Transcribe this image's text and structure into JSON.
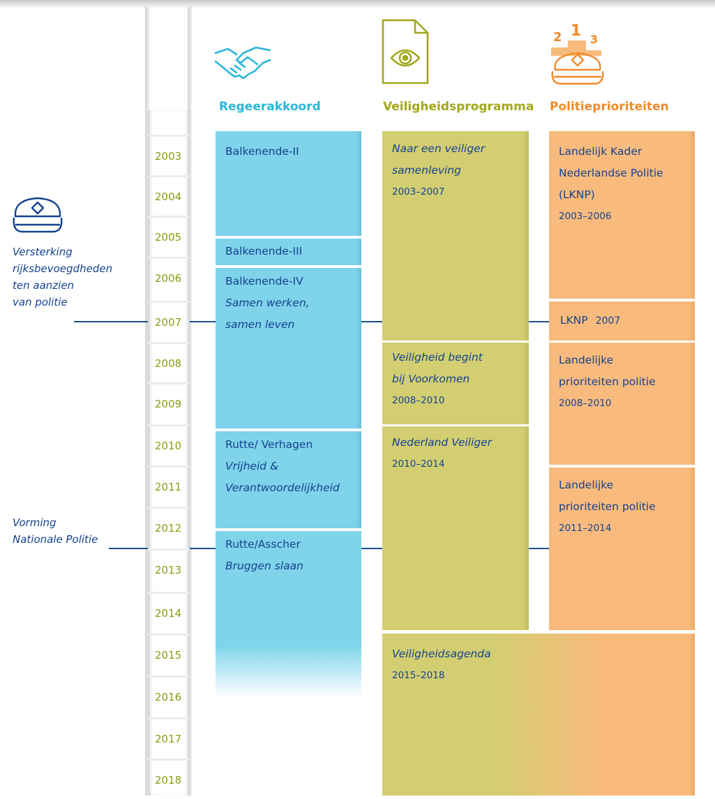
{
  "columns": {
    "regeerakkoord": {
      "label": "Regeerakkoord",
      "color": "#2bb6d9",
      "icon": "handshake-icon"
    },
    "veiligheidsprogramma": {
      "label": "Veiligheidsprogramma",
      "color": "#a2a81a",
      "icon": "document-eye-icon"
    },
    "politieprioriteiten": {
      "label": "Politieprioriteiten",
      "color": "#f08a2b",
      "icon": "police-cap-podium-icon",
      "podium": [
        "2",
        "1",
        "3"
      ]
    }
  },
  "years": [
    "2003",
    "2004",
    "2005",
    "2006",
    "2007",
    "2008",
    "2009",
    "2010",
    "2011",
    "2012",
    "2013",
    "2014",
    "2015",
    "2016",
    "2017",
    "2018"
  ],
  "side": {
    "event1": [
      "Versterking",
      "rijksbevoegdheden",
      "ten aanzien",
      "van politie"
    ],
    "event1_icon": "police-cap-icon",
    "event2": [
      "Vorming",
      "Nationale Politie"
    ]
  },
  "regeerakkoord": [
    {
      "name": "Balkenende-II"
    },
    {
      "name": "Balkenende-III"
    },
    {
      "name": "Balkenende-IV",
      "subtitle1": "Samen werken,",
      "subtitle2": "samen leven"
    },
    {
      "name": "Rutte/ Verhagen",
      "subtitle1": "Vrijheid &",
      "subtitle2": "Verantwoordelijkheid"
    },
    {
      "name": "Rutte/Asscher",
      "subtitle1": "Bruggen slaan"
    }
  ],
  "veiligheidsprogramma": [
    {
      "line1": "Naar een veiliger",
      "line2": "samenleving",
      "period": "2003–2007"
    },
    {
      "line1": "Veiligheid begint",
      "line2": "bij Voorkomen",
      "period": "2008–2010"
    },
    {
      "line1": "Nederland Veiliger",
      "period": "2010–2014"
    },
    {
      "line1": "Veiligheidsagenda",
      "period": "2015–2018"
    }
  ],
  "politieprioriteiten": [
    {
      "line1": "Landelijk Kader",
      "line2": "Nederlandse Politie",
      "line3": "(LKNP)",
      "period": "2003–2006"
    },
    {
      "name": "LKNP",
      "year": "2007"
    },
    {
      "line1": "Landelijke",
      "line2": "prioriteiten politie",
      "period": "2008–2010"
    },
    {
      "line1": "Landelijke",
      "line2": "prioriteiten politie",
      "period": "2011–2014"
    }
  ]
}
